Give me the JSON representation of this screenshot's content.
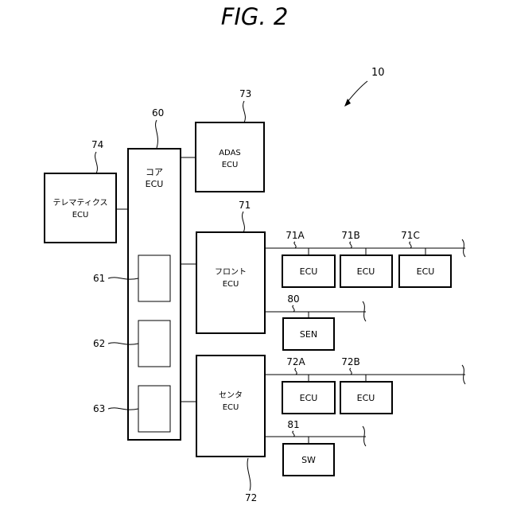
{
  "figure": {
    "title": "FIG. 2",
    "system_ref": "10"
  },
  "blocks": {
    "core_ecu": {
      "ref": "60",
      "line1": "コア",
      "line2": "ECU"
    },
    "adas_ecu": {
      "ref": "73",
      "line1": "ADAS",
      "line2": "ECU"
    },
    "telematics_ecu": {
      "ref": "74",
      "line1": "テレマティクス",
      "line2": "ECU"
    },
    "front_ecu": {
      "ref": "71",
      "line1": "フロント",
      "line2": "ECU"
    },
    "center_ecu": {
      "ref": "72",
      "line1": "センタ",
      "line2": "ECU"
    },
    "inner_units": [
      {
        "ref": "61"
      },
      {
        "ref": "62"
      },
      {
        "ref": "63"
      }
    ],
    "ecu_71a": {
      "ref": "71A",
      "label": "ECU"
    },
    "ecu_71b": {
      "ref": "71B",
      "label": "ECU"
    },
    "ecu_71c": {
      "ref": "71C",
      "label": "ECU"
    },
    "sensor": {
      "ref": "80",
      "label": "SEN"
    },
    "ecu_72a": {
      "ref": "72A",
      "label": "ECU"
    },
    "ecu_72b": {
      "ref": "72B",
      "label": "ECU"
    },
    "switch": {
      "ref": "81",
      "label": "SW"
    }
  }
}
